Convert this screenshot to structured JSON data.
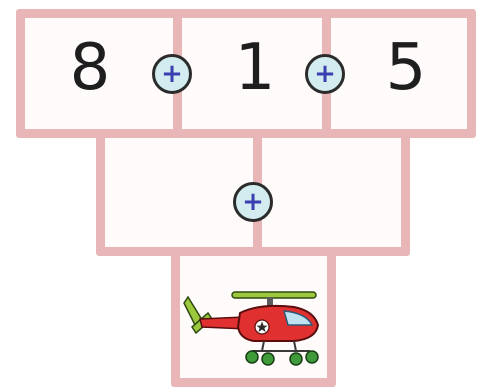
{
  "top_row": {
    "numbers": [
      "8",
      "1",
      "5"
    ],
    "operators": [
      "+",
      "+"
    ]
  },
  "middle_row": {
    "values": [
      "",
      ""
    ],
    "operator": "+"
  },
  "bottom_row": {
    "picture": "helicopter-icon"
  },
  "colors": {
    "cell_border": "#e8b6b7",
    "operator_fill": "#d2ecf0",
    "operator_sign": "#3b3fb0"
  }
}
